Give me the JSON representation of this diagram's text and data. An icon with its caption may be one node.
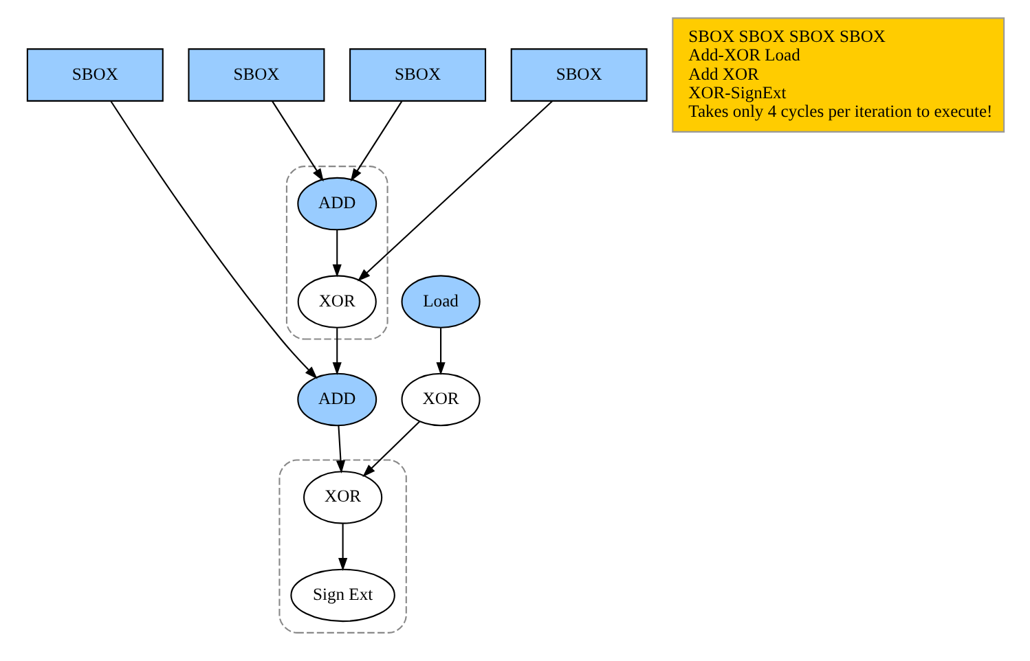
{
  "diagram": {
    "nodes": [
      {
        "text": [
          "SBOX"
        ]
      },
      {
        "text": [
          "SBOX"
        ]
      },
      {
        "text": [
          "SBOX"
        ]
      },
      {
        "text": [
          "SBOX"
        ]
      },
      {
        "text": [],
        "shape": "ellipse"
      },
      {
        "text": [
          "ADD"
        ],
        "in": 4
      },
      {
        "text": [
          "XOR"
        ],
        "in": 4
      },
      {
        "text": [
          "ADD"
        ]
      },
      {
        "text": [
          "Load"
        ]
      },
      {
        "text": [
          "XOR"
        ]
      },
      {
        "text": [],
        "shape": "ellipse"
      },
      {
        "text": [
          "XOR"
        ],
        "in": 10
      },
      {
        "text": [
          "Sign Ext"
        ],
        "in": 10
      },
      {
        "text": [
          "SBOX SBOX SBOX SBOX",
          "Add-XOR Load",
          "Add XOR",
          "XOR-SignExt",
          "Takes only 4 cycles per iteration to execute!"
        ]
      }
    ],
    "edges": [
      {
        "from": 0,
        "to": 5,
        "arrow": "to"
      },
      {
        "from": 1,
        "to": 5,
        "arrow": "to"
      },
      {
        "from": 5,
        "to": 6,
        "arrow": "to"
      },
      {
        "from": 2,
        "to": 6,
        "arrow": "to"
      },
      {
        "from": 6,
        "to": 7,
        "arrow": "to"
      },
      {
        "from": 3,
        "to": 7,
        "arrow": "to"
      },
      {
        "from": 8,
        "to": 9,
        "arrow": "to"
      },
      {
        "from": 7,
        "to": 11,
        "arrow": "to"
      },
      {
        "from": 9,
        "to": 11,
        "arrow": "to"
      },
      {
        "from": 11,
        "to": 12,
        "arrow": "to"
      }
    ]
  }
}
